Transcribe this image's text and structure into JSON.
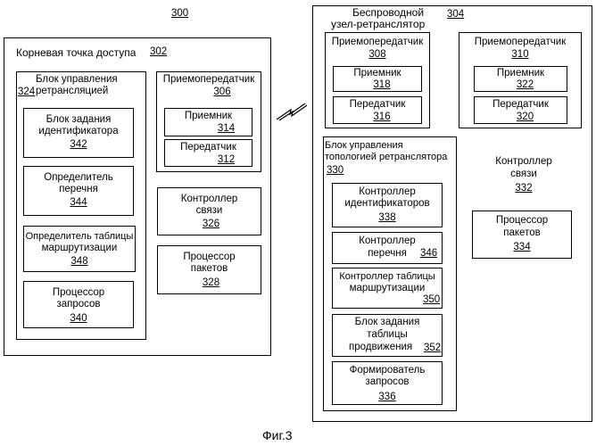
{
  "figure_number": "300",
  "caption": "Фиг.3",
  "root": {
    "title": "Корневая точка доступа",
    "number": "302",
    "relay_block": {
      "title_line1": "Блок управления",
      "title_line2": "ретрансляцией",
      "number": "324",
      "items": [
        {
          "line1": "Блок задания",
          "line2": "идентификатора",
          "number": "342"
        },
        {
          "line1": "Определитель",
          "line2": "перечня",
          "number": "344"
        },
        {
          "line1": "Определитель таблицы",
          "line2": "маршрутизации",
          "number": "348"
        },
        {
          "line1": "Процессор",
          "line2": "запросов",
          "number": "340"
        }
      ]
    },
    "transceiver": {
      "title": "Приемопередатчик",
      "number": "306",
      "receiver": {
        "label": "Приемник",
        "number": "314"
      },
      "transmitter": {
        "label": "Передатчик",
        "number": "312"
      }
    },
    "comm_controller": {
      "line1": "Контроллер",
      "line2": "связи",
      "number": "326"
    },
    "packet_processor": {
      "line1": "Процессор",
      "line2": "пакетов",
      "number": "328"
    }
  },
  "relay": {
    "title_line1": "Беспроводной",
    "title_line2": "узел-ретранслятор",
    "number": "304",
    "transceiver_a": {
      "title": "Приемопередатчик",
      "number": "308",
      "receiver": {
        "label": "Приемник",
        "number": "318"
      },
      "transmitter": {
        "label": "Передатчик",
        "number": "316"
      }
    },
    "transceiver_b": {
      "title": "Приемопередатчик",
      "number": "310",
      "receiver": {
        "label": "Приемник",
        "number": "322"
      },
      "transmitter": {
        "label": "Передатчик",
        "number": "320"
      }
    },
    "topology_block": {
      "title_line1": "Блок управления",
      "title_line2": "топологией ретранслятора",
      "number": "330",
      "items": [
        {
          "line1": "Контроллер",
          "line2": "идентификаторов",
          "number": "338"
        },
        {
          "line1": "Контроллер",
          "line2": "перечня",
          "number": "346"
        },
        {
          "line1": "Контроллер таблицы",
          "line2": "маршрутизации",
          "number": "350"
        },
        {
          "line1": "Блок задания",
          "line2": "таблицы",
          "line3": "продвижения",
          "number": "352"
        },
        {
          "line1": "Формирователь",
          "line2": "запросов",
          "number": "336"
        }
      ]
    },
    "comm_controller": {
      "line1": "Контроллер",
      "line2": "связи",
      "number": "332"
    },
    "packet_processor": {
      "line1": "Процессор",
      "line2": "пакетов",
      "number": "334"
    }
  }
}
